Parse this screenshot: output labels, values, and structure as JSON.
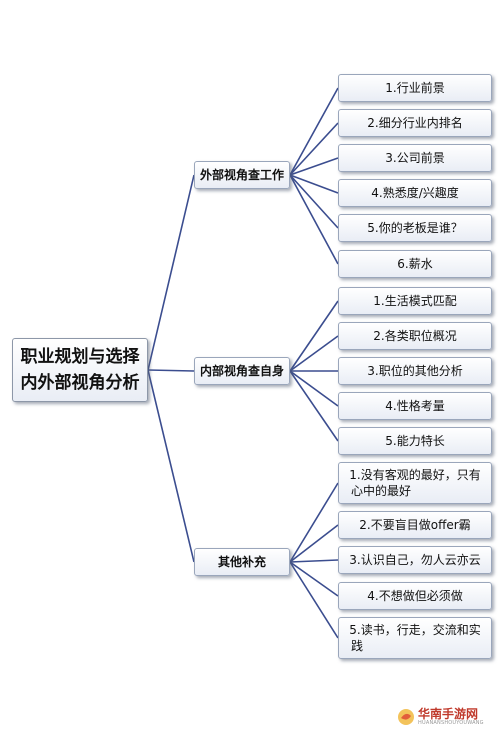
{
  "root": {
    "line1": "职业规划与选择",
    "line2": "内外部视角分析"
  },
  "branches": [
    {
      "label": "外部视角查工作",
      "items": [
        "1.行业前景",
        "2.细分行业内排名",
        "3.公司前景",
        "4.熟悉度/兴趣度",
        "5.你的老板是谁？",
        "6.薪水"
      ]
    },
    {
      "label": "内部视角查自身",
      "items": [
        "1.生活模式匹配",
        "2.各类职位概况",
        "3.职位的其他分析",
        "4.性格考量",
        "5.能力特长"
      ]
    },
    {
      "label": "其他补充",
      "items": [
        {
          "line1": "1.没有客观的最好，只有",
          "line2": "心中的最好"
        },
        "2.不要盲目做offer霸",
        "3.认识自己，勿人云亦云",
        "4.不想做但必须做",
        {
          "line1": "5.读书，行走，交流和实",
          "line2": "践"
        }
      ]
    }
  ],
  "watermark": {
    "text": "华南手游网",
    "sub": "HUANANSHOUYOUWANG"
  },
  "colors": {
    "connector": "#3b4d8f",
    "node_border": "#9aa6bb"
  }
}
